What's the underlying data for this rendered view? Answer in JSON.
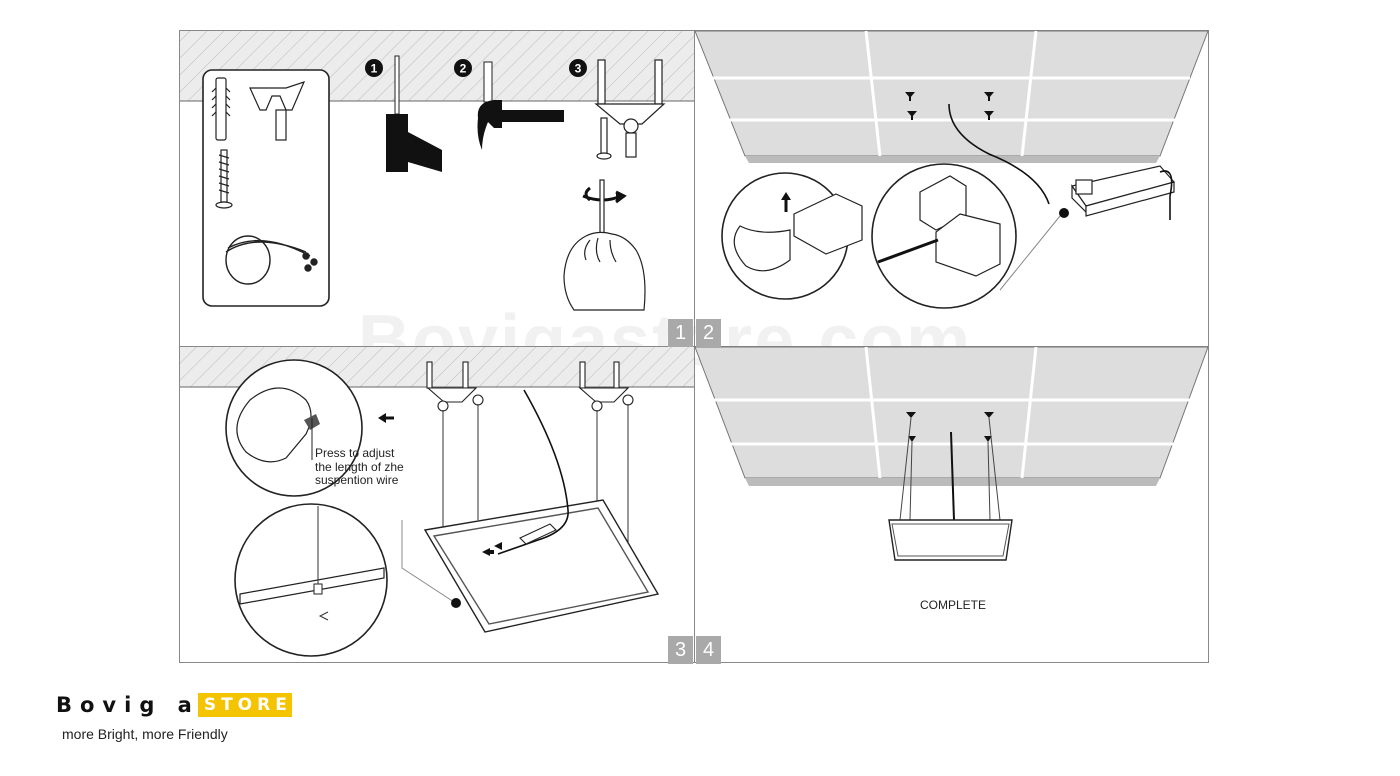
{
  "watermark": "Bovigastore.com",
  "steps": {
    "s1": "1",
    "s2": "2",
    "s3": "3",
    "s4": "4",
    "sub1": "1",
    "sub2": "2",
    "sub3": "3"
  },
  "note": {
    "line1": "Press to adjust",
    "line2": "the length of zhe",
    "line3": "suspention wire"
  },
  "complete_label": "COMPLETE",
  "brand": {
    "name": "Bovig a",
    "box": "STORE",
    "tagline": "more Bright, more Friendly",
    "accent": "#f5c400"
  }
}
